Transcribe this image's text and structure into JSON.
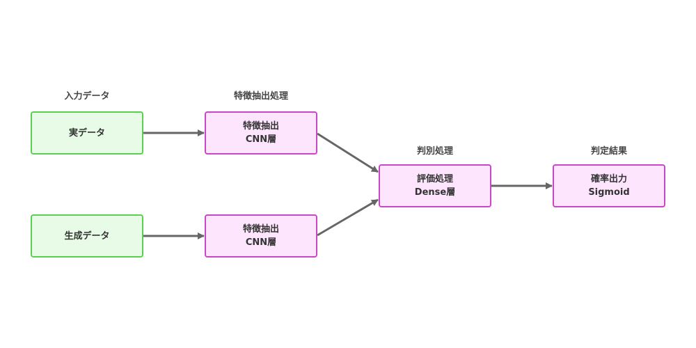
{
  "colors": {
    "input_fill": "#e8fbe6",
    "input_border": "#58d24e",
    "process_fill": "#fde6fd",
    "process_border": "#c847c6",
    "edge": "#666666"
  },
  "groups": {
    "input": "入力データ",
    "feature": "特徴抽出処理",
    "discriminate": "判別処理",
    "result": "判定結果"
  },
  "nodes": {
    "real": {
      "line1": "実データ"
    },
    "generated": {
      "line1": "生成データ"
    },
    "feature_top": {
      "line1": "特徴抽出",
      "line2": "CNN層"
    },
    "feature_bottom": {
      "line1": "特徴抽出",
      "line2": "CNN層"
    },
    "evaluate": {
      "line1": "評価処理",
      "line2": "Dense層"
    },
    "output": {
      "line1": "確率出力",
      "line2": "Sigmoid"
    }
  },
  "edges": [
    {
      "from": "real",
      "to": "feature_top"
    },
    {
      "from": "generated",
      "to": "feature_bottom"
    },
    {
      "from": "feature_top",
      "to": "evaluate"
    },
    {
      "from": "feature_bottom",
      "to": "evaluate"
    },
    {
      "from": "evaluate",
      "to": "output"
    }
  ]
}
